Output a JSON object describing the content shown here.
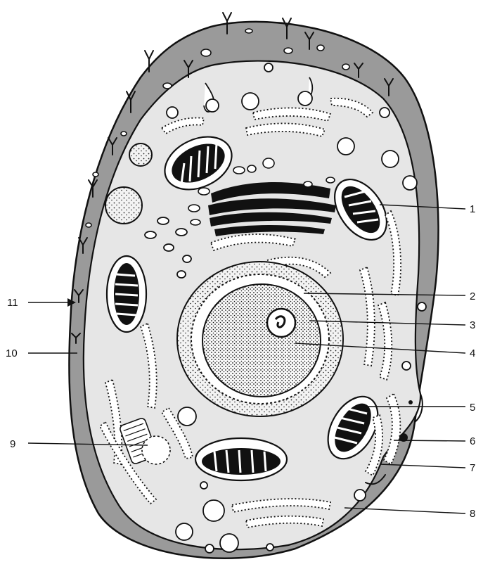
{
  "labels": {
    "l1": "1",
    "l2": "2",
    "l3": "3",
    "l4": "4",
    "l5": "5",
    "l6": "6",
    "l7": "7",
    "l8": "8",
    "l9": "9",
    "l10": "10",
    "l11": "11"
  },
  "colors": {
    "outline": "#111111",
    "membrane_shade": "#9a9a9a",
    "cytoplasm": "#e6e6e6",
    "background": "#ffffff"
  }
}
